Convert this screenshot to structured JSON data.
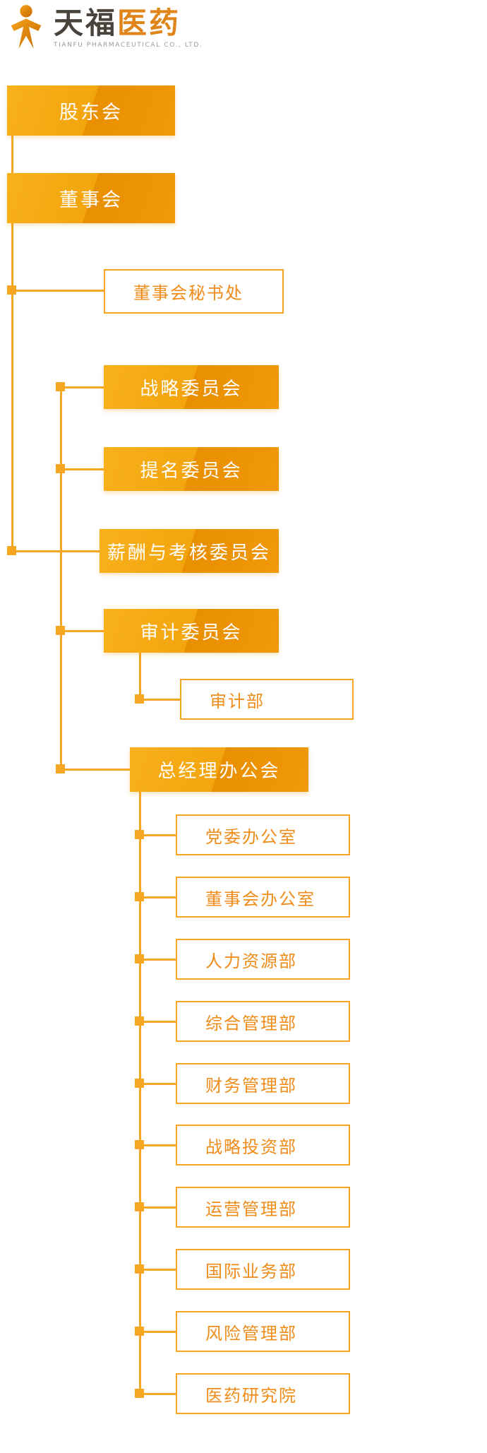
{
  "logo": {
    "icon": "person-figure-icon",
    "title_primary": "天福",
    "title_accent": "医药",
    "subtitle": "TIANFU PHARMACEUTICAL CO., LTD."
  },
  "colors": {
    "accent_orange": "#F5A623",
    "filled_box_gradient_start": "#F8B11C",
    "filled_box_gradient_end": "#EC9004",
    "outlined_box_border": "#F5A321",
    "outlined_box_text": "#F08C1A",
    "filled_box_text": "#FFFFFF",
    "connector_line": "#F5A623"
  },
  "org": {
    "shareholders": "股东会",
    "board": "董事会",
    "board_secretariat": "董事会秘书处",
    "strategy_committee": "战略委员会",
    "nomination_committee": "提名委员会",
    "remuneration_committee": "薪酬与考核委员会",
    "audit_committee": "审计委员会",
    "audit_department": "审计部",
    "gm_office": "总经理办公会",
    "departments": [
      "党委办公室",
      "董事会办公室",
      "人力资源部",
      "综合管理部",
      "财务管理部",
      "战略投资部",
      "运营管理部",
      "国际业务部",
      "风险管理部",
      "医药研究院"
    ]
  }
}
